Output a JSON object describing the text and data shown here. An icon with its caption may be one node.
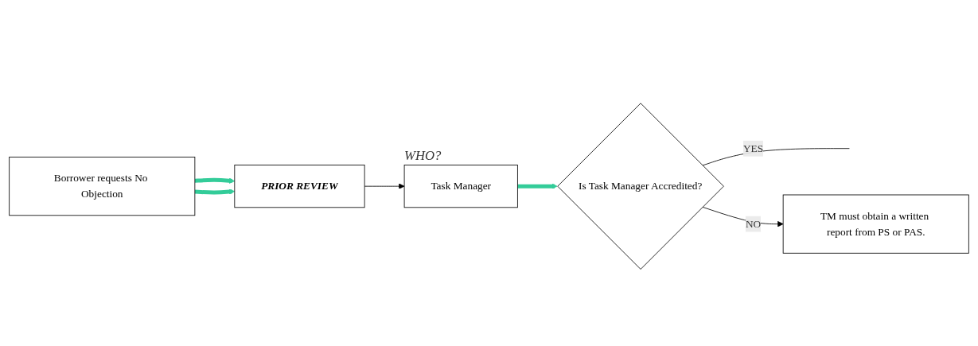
{
  "diagram": {
    "nodes": [
      {
        "text": [
          "Borrower requests No Objection"
        ]
      },
      {
        "text": [
          "PRIOR REVIEW"
        ]
      },
      {
        "text": [
          "Task Manager"
        ],
        "beside": [
          "WHO?"
        ]
      },
      {
        "text": [
          "Is Task Manager Accredited?"
        ]
      },
      {
        "text": [
          "TM must obtain a written report from PS or PAS."
        ]
      }
    ],
    "edges": [
      {
        "from": 0,
        "to": 1,
        "arrow": "to",
        "style": "thick",
        "color": "#33cc99"
      },
      {
        "from": 0,
        "to": 1,
        "arrow": "to",
        "style": "thick",
        "color": "#33cc99"
      },
      {
        "from": 1,
        "to": 2,
        "arrow": "to",
        "color": "#000000"
      },
      {
        "from": 2,
        "to": 3,
        "arrow": "to",
        "style": "thick",
        "color": "#33cc99"
      },
      {
        "from": 3,
        "to": null,
        "arrow": "none",
        "label": "YES",
        "color": "#000000"
      },
      {
        "from": 3,
        "to": 4,
        "arrow": "to",
        "label": "NO",
        "color": "#000000"
      }
    ]
  }
}
